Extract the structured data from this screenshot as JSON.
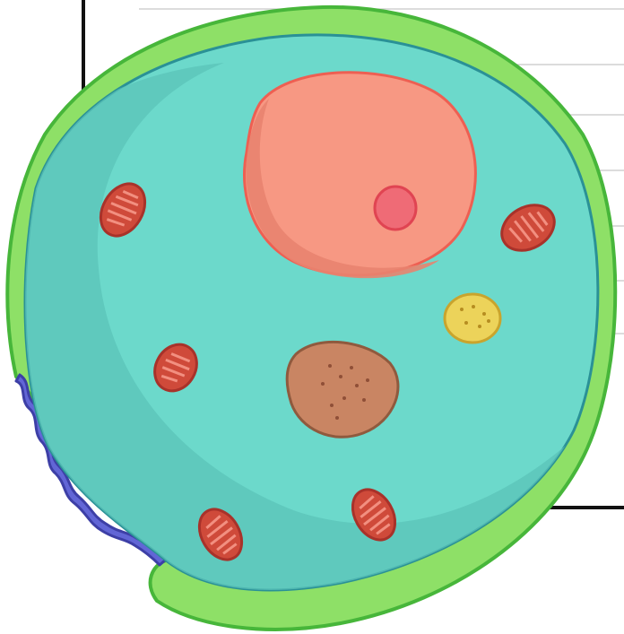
{
  "diagram": {
    "structures": [
      {
        "id": "cell-wall",
        "icon": "cell-wall-shape",
        "color": "#8ee067"
      },
      {
        "id": "cell-membrane-exposed",
        "icon": "wavy-membrane-shape",
        "color": "#5e62d1"
      },
      {
        "id": "cytoplasm",
        "icon": "cytoplasm-shape",
        "color": "#6cd9cb"
      },
      {
        "id": "nucleus",
        "icon": "nucleus-shape",
        "color": "#f79883"
      },
      {
        "id": "nucleolus",
        "icon": "nucleolus-shape",
        "color": "#ef6b76"
      },
      {
        "id": "mitochondria",
        "icon": "mitochondrion-shape",
        "color": "#cf4a3a",
        "count": 5
      },
      {
        "id": "vacuole",
        "icon": "vacuole-shape",
        "color": "#c98563"
      },
      {
        "id": "small-granule",
        "icon": "granule-shape",
        "color": "#ecd35a"
      }
    ]
  }
}
